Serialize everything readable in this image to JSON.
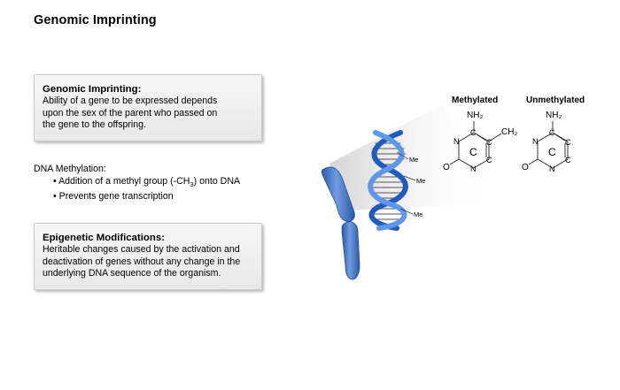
{
  "title": "Genomic Imprinting",
  "imprinting_box": {
    "heading": "Genomic Imprinting:",
    "lines": [
      "Ability of a gene to be expressed depends",
      "upon the sex of the parent who passed on",
      "the gene to the offspring."
    ]
  },
  "methylation": {
    "heading": "DNA Methylation:",
    "bullet1_pre": "Addition of a methyl group (-CH",
    "bullet1_sub": "3",
    "bullet1_post": ") onto DNA",
    "bullet2": "Prevents gene transcription"
  },
  "epigenetic_box": {
    "heading": "Epigenetic Modifications:",
    "lines": [
      "Heritable changes caused by the activation and",
      "deactivation of genes without any change in the",
      "underlying DNA sequence of the organism."
    ]
  },
  "diagram": {
    "me_label": "Me",
    "methylated_label": "Methylated",
    "unmethylated_label": "Unmethylated",
    "nh2": "NH₂",
    "ch2": "CH₂",
    "n": "N",
    "o": "O",
    "c": "C",
    "ring_letter": "C"
  },
  "colors": {
    "dna_blue": "#2f6fd1",
    "chromosome_blue": "#4677c4",
    "box_bg": "#f0f0f0"
  }
}
